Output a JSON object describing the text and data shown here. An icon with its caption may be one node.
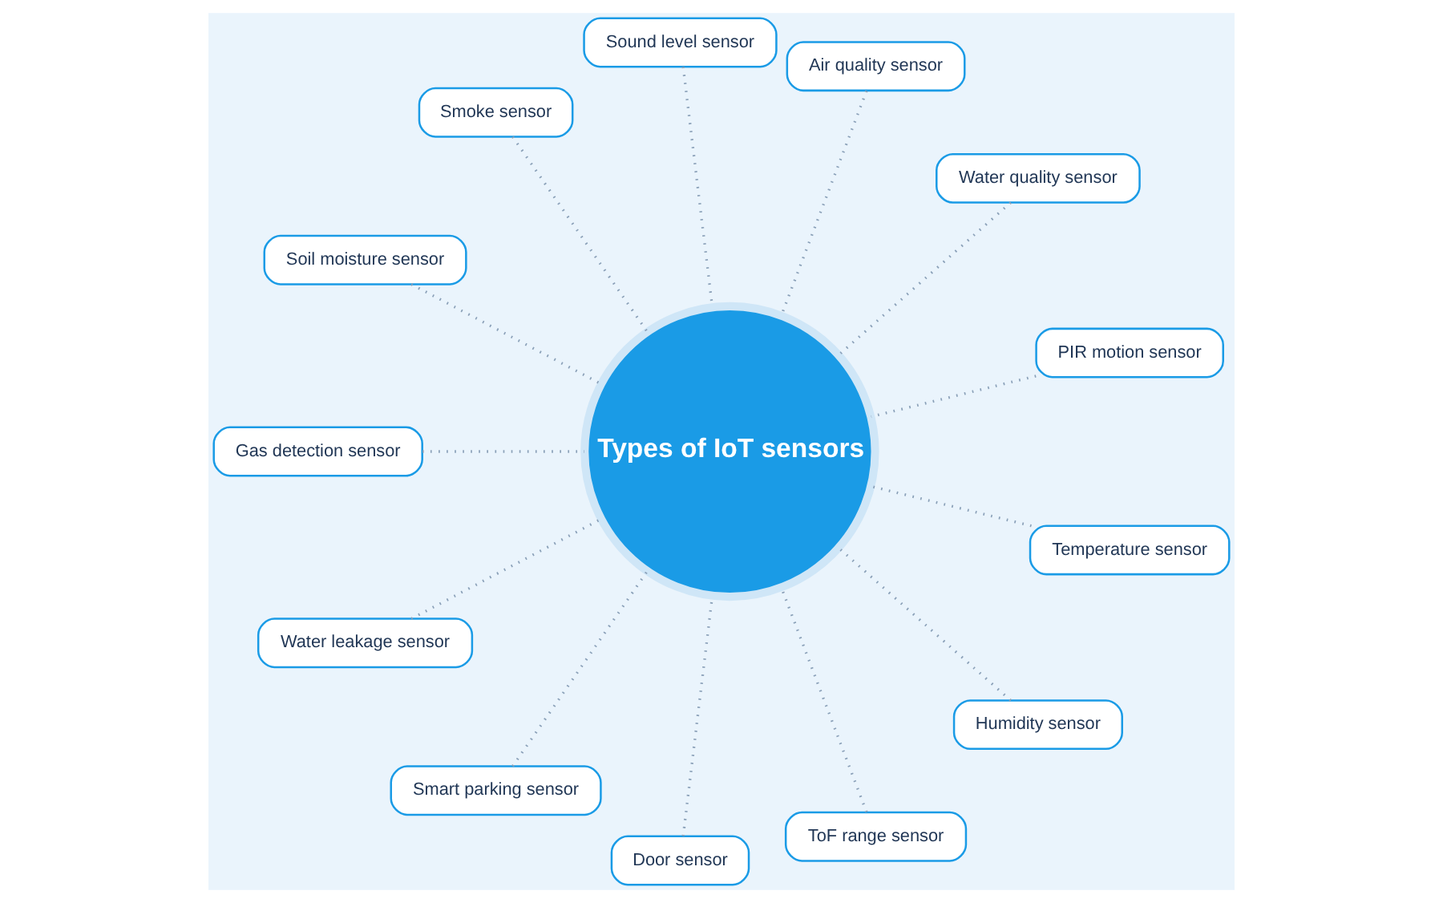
{
  "diagram": {
    "nodes": [
      {
        "text": [
          "Types of IoT sensors"
        ]
      },
      {
        "text": [
          "PIR motion sensor"
        ]
      },
      {
        "text": [
          "Water quality sensor"
        ]
      },
      {
        "text": [
          "Air quality sensor"
        ]
      },
      {
        "text": [
          "Sound level sensor"
        ]
      },
      {
        "text": [
          "Smoke sensor"
        ]
      },
      {
        "text": [
          "Soil moisture sensor"
        ]
      },
      {
        "text": [
          "Gas detection sensor"
        ]
      },
      {
        "text": [
          "Water leakage sensor"
        ]
      },
      {
        "text": [
          "Smart parking sensor"
        ]
      },
      {
        "text": [
          "Door sensor"
        ]
      },
      {
        "text": [
          "ToF range sensor"
        ]
      },
      {
        "text": [
          "Humidity sensor"
        ]
      },
      {
        "text": [
          "Temperature sensor"
        ]
      }
    ],
    "edges": [
      {
        "from": 1,
        "to": 0,
        "arrow": "none"
      },
      {
        "from": 2,
        "to": 0,
        "arrow": "none"
      },
      {
        "from": 3,
        "to": 0,
        "arrow": "none"
      },
      {
        "from": 4,
        "to": 0,
        "arrow": "none"
      },
      {
        "from": 5,
        "to": 0,
        "arrow": "none"
      },
      {
        "from": 6,
        "to": 0,
        "arrow": "none"
      },
      {
        "from": 7,
        "to": 0,
        "arrow": "none"
      },
      {
        "from": 8,
        "to": 0,
        "arrow": "none"
      },
      {
        "from": 9,
        "to": 0,
        "arrow": "none"
      },
      {
        "from": 10,
        "to": 0,
        "arrow": "none"
      },
      {
        "from": 11,
        "to": 0,
        "arrow": "none"
      },
      {
        "from": 12,
        "to": 0,
        "arrow": "none"
      },
      {
        "from": 13,
        "to": 0,
        "arrow": "none"
      }
    ]
  }
}
